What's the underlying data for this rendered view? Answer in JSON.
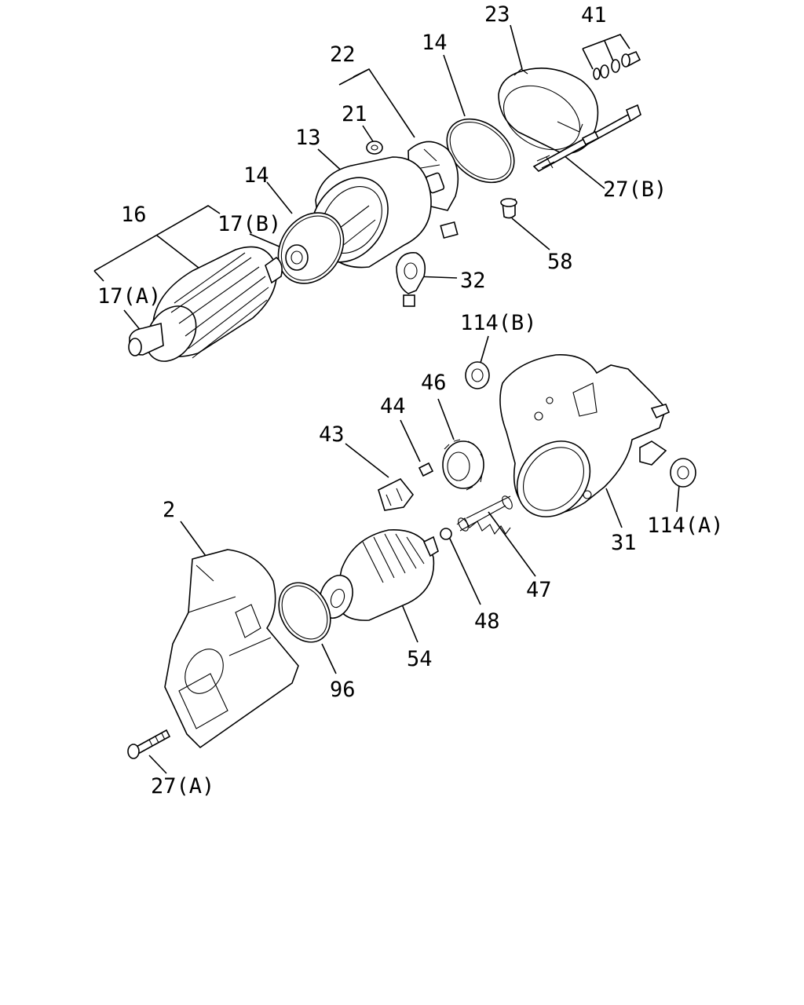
{
  "labels": {
    "l23": "23",
    "l41": "41",
    "l22": "22",
    "l14a": "14",
    "l21": "21",
    "l13": "13",
    "l14b": "14",
    "l16": "16",
    "l17b": "17(B)",
    "l17a": "17(A)",
    "l32": "32",
    "l58": "58",
    "l27b": "27(B)",
    "l114b": "114(B)",
    "l46": "46",
    "l44": "44",
    "l43": "43",
    "l2": "2",
    "l31": "31",
    "l114a": "114(A)",
    "l47": "47",
    "l48": "48",
    "l54": "54",
    "l96": "96",
    "l27a": "27(A)"
  }
}
